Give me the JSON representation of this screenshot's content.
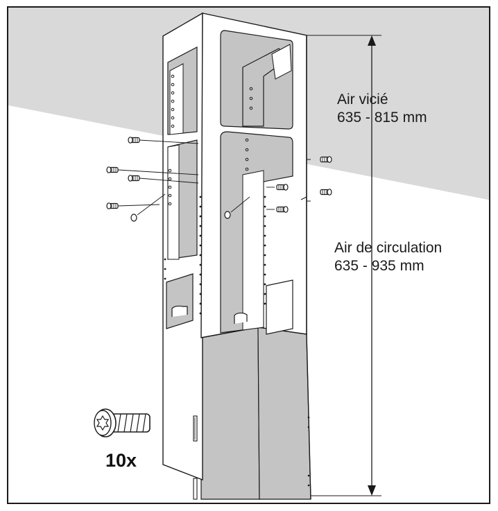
{
  "labels": {
    "exhaust_title": "Air vicié",
    "exhaust_range": "635 - 815 mm",
    "recirc_title": "Air de circulation",
    "recirc_range": "635 - 935 mm",
    "screw_quantity": "10x"
  },
  "colors": {
    "ceiling": "#d9d9d9",
    "panel": "#ffffff",
    "panel_shade": "#c4c4c4",
    "line": "#1a1a1a"
  },
  "icons": [
    "torx-screw-icon",
    "dimension-arrow-icon"
  ]
}
